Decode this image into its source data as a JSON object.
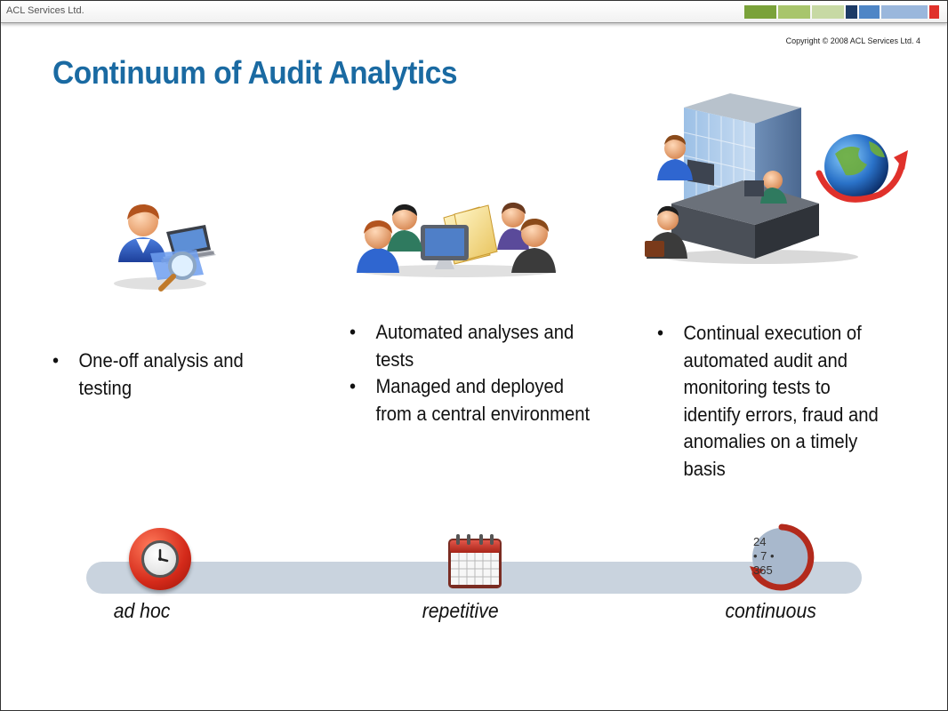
{
  "header": {
    "company": "ACL Services Ltd.",
    "copyright": "Copyright © 2008 ACL Services Ltd.",
    "page_number": "4",
    "swatches": [
      "#7aa23a",
      "#a8c56c",
      "#c7d9a4",
      "#1d3b66",
      "#4f86c6",
      "#9ab7dc",
      "#e0312b"
    ]
  },
  "title": "Continuum of Audit Analytics",
  "columns": [
    {
      "bullets": [
        "One-off analysis and testing"
      ]
    },
    {
      "bullets": [
        "Automated analyses and tests",
        "Managed and deployed from a central environment"
      ]
    },
    {
      "bullets": [
        "Continual execution of automated audit and monitoring tests to identify errors, fraud and anomalies on a timely basis"
      ]
    }
  ],
  "timeline": {
    "labels": [
      "ad hoc",
      "repetitive",
      "continuous"
    ],
    "ring_lines": [
      "24",
      "• 7 •",
      "365"
    ]
  }
}
